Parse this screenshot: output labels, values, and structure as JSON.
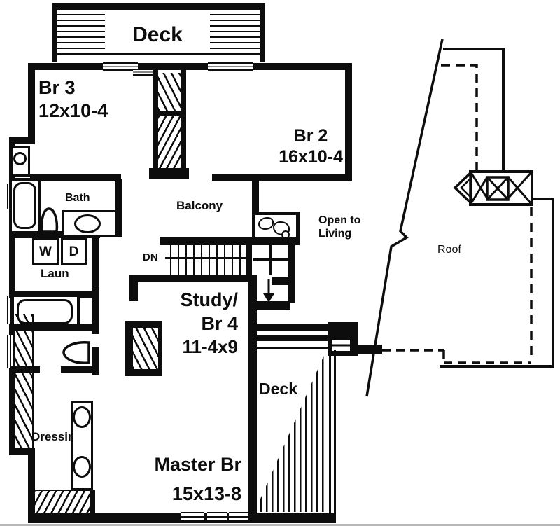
{
  "colors": {
    "ink": "#0d0d0d",
    "paper": "#ffffff"
  },
  "rooms": {
    "deck_upper": {
      "name": "Deck"
    },
    "bedroom3": {
      "name": "Br 3",
      "size": "12x10-4"
    },
    "bedroom2": {
      "name": "Br 2",
      "size": "16x10-4"
    },
    "bath": {
      "name": "Bath"
    },
    "balcony": {
      "name": "Balcony"
    },
    "laundry": {
      "name": "Laun",
      "washer": "W",
      "dryer": "D"
    },
    "stairs": {
      "direction": "DN"
    },
    "open_to_living": {
      "line1": "Open to",
      "line2": "Living"
    },
    "roof": {
      "name": "Roof"
    },
    "study": {
      "line1": "Study/",
      "line2": "Br 4",
      "size": "11-4x9"
    },
    "deck_lower": {
      "name": "Deck"
    },
    "dressing": {
      "name": "Dressing"
    },
    "master_bedroom": {
      "name": "Master Br",
      "size": "15x13-8"
    }
  }
}
